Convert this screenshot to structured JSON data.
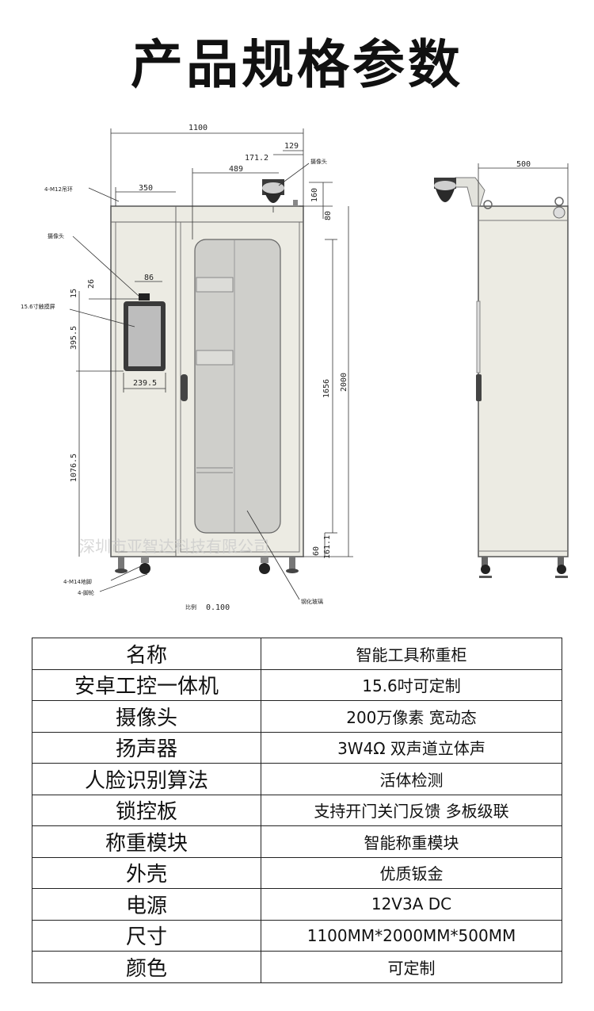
{
  "title": "产品规格参数",
  "drawing": {
    "dims": {
      "total_width": "1100",
      "cam_offset": "171.2",
      "cam_width": "129",
      "door_width": "489",
      "screen_left": "350",
      "cam_h": "160",
      "cam_gap": "80",
      "screen_top_a": "26",
      "screen_top_b": "15",
      "cam2_width": "86",
      "screen_h": "395.5",
      "screen_w": "239.5",
      "bottom_h": "1076.5",
      "door_h": "1656",
      "total_h": "2000",
      "foot_h": "60",
      "door_bottom": "161.1",
      "depth": "500",
      "scale_value": "0.100"
    },
    "labels": {
      "ring": "4-M12吊环",
      "camera_top": "摄像头",
      "camera_side": "摄像头",
      "screen": "15.6寸触摸屏",
      "feet": "4-M14地脚",
      "wheels": "4-脚轮",
      "glass": "钢化玻璃",
      "scale": "比例"
    },
    "watermark": "深圳市亚智达科技有限公司"
  },
  "specs": [
    {
      "name": "名称",
      "value": "智能工具称重柜"
    },
    {
      "name": "安卓工控一体机",
      "value": "15.6吋可定制"
    },
    {
      "name": "摄像头",
      "value": "200万像素 宽动态"
    },
    {
      "name": "扬声器",
      "value": "3W4Ω 双声道立体声"
    },
    {
      "name": "人脸识别算法",
      "value": "活体检测"
    },
    {
      "name": "锁控板",
      "value": "支持开门关门反馈 多板级联"
    },
    {
      "name": "称重模块",
      "value": "智能称重模块"
    },
    {
      "name": "外壳",
      "value": "优质钣金"
    },
    {
      "name": "电源",
      "value": "12V3A DC"
    },
    {
      "name": "尺寸",
      "value": "1100MM*2000MM*500MM"
    },
    {
      "name": "颜色",
      "value": "可定制"
    }
  ]
}
